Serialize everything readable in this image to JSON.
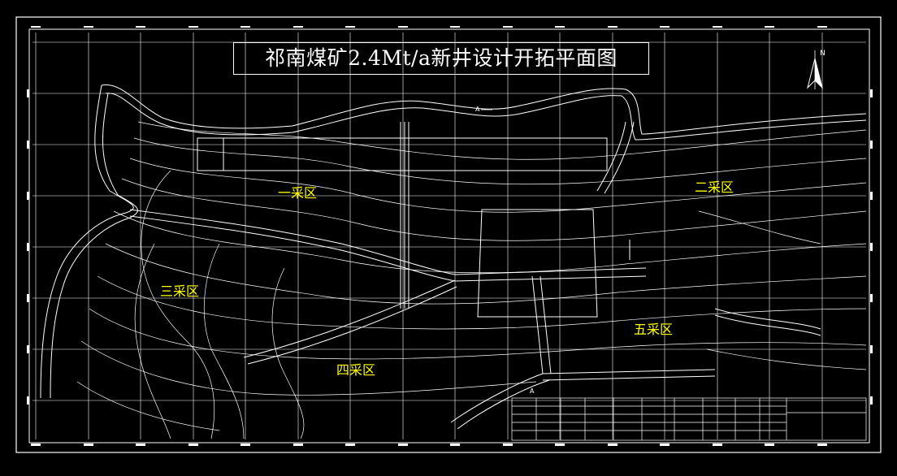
{
  "title": "祁南煤矿2.4Mt/a新井设计开拓平面图",
  "north_label": "N",
  "section_marker": "A",
  "zones": {
    "zone1": "一采区",
    "zone2": "二采区",
    "zone3": "三采区",
    "zone4": "四采区",
    "zone5": "五采区"
  },
  "colors": {
    "background": "#000000",
    "lines": "#ffffff",
    "zone_labels": "#ffff00"
  }
}
